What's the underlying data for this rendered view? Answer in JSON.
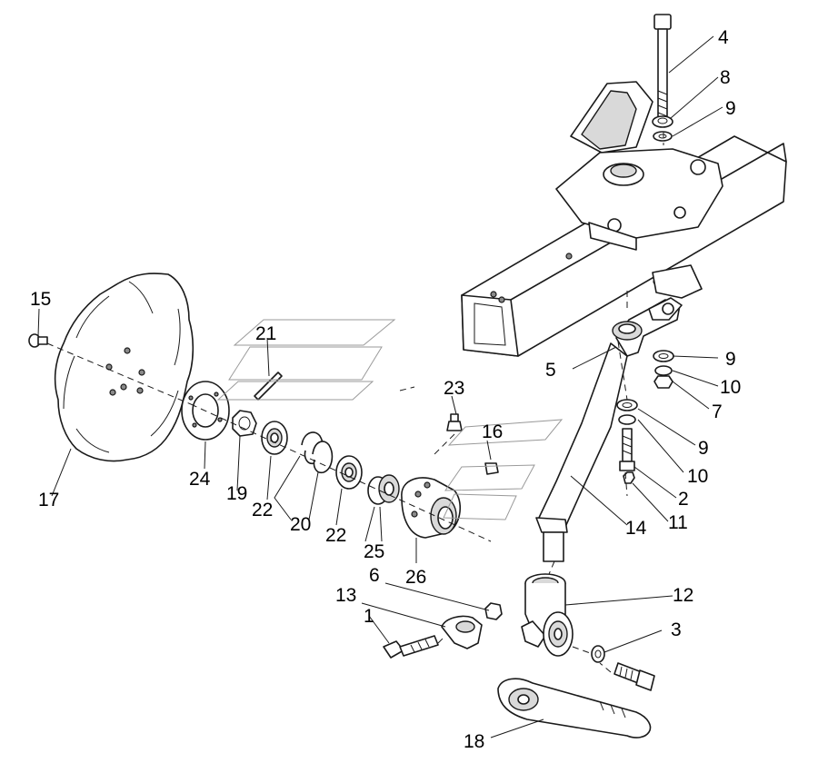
{
  "diagram": {
    "callouts": [
      {
        "id": "4",
        "text": "4"
      },
      {
        "id": "8",
        "text": "8"
      },
      {
        "id": "9a",
        "text": "9"
      },
      {
        "id": "15",
        "text": "15"
      },
      {
        "id": "21",
        "text": "21"
      },
      {
        "id": "9b",
        "text": "9"
      },
      {
        "id": "5",
        "text": "5"
      },
      {
        "id": "10a",
        "text": "10"
      },
      {
        "id": "23",
        "text": "23"
      },
      {
        "id": "7",
        "text": "7"
      },
      {
        "id": "16",
        "text": "16"
      },
      {
        "id": "9c",
        "text": "9"
      },
      {
        "id": "10b",
        "text": "10"
      },
      {
        "id": "24",
        "text": "24"
      },
      {
        "id": "19",
        "text": "19"
      },
      {
        "id": "2",
        "text": "2"
      },
      {
        "id": "17",
        "text": "17"
      },
      {
        "id": "22a",
        "text": "22"
      },
      {
        "id": "11",
        "text": "11"
      },
      {
        "id": "20",
        "text": "20"
      },
      {
        "id": "14",
        "text": "14"
      },
      {
        "id": "22b",
        "text": "22"
      },
      {
        "id": "25",
        "text": "25"
      },
      {
        "id": "26",
        "text": "26"
      },
      {
        "id": "6",
        "text": "6"
      },
      {
        "id": "12",
        "text": "12"
      },
      {
        "id": "13",
        "text": "13"
      },
      {
        "id": "1",
        "text": "1"
      },
      {
        "id": "3",
        "text": "3"
      },
      {
        "id": "18",
        "text": "18"
      }
    ]
  }
}
